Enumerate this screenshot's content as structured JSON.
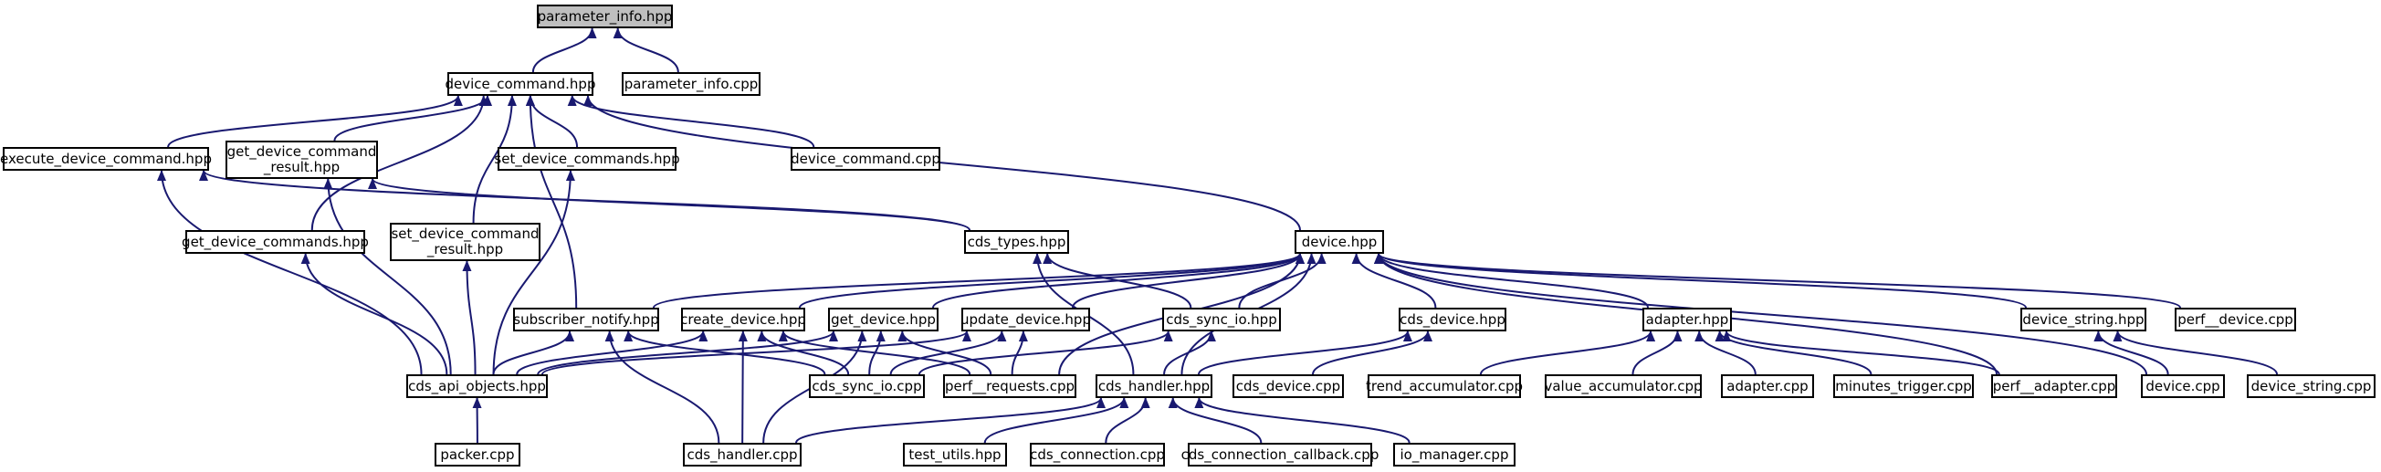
{
  "graph": {
    "title": "parameter_info.hpp",
    "edge_color": "#191970",
    "root_fill": "#bfbfbf",
    "nodes": {
      "parameter_info_hpp": "parameter_info.hpp",
      "device_command_hpp": "device_command.hpp",
      "parameter_info_cpp": "parameter_info.cpp",
      "execute_device_command_hpp": "execute_device_command.hpp",
      "get_device_command_result_hpp": "get_device_command\n_result.hpp",
      "set_device_commands_hpp": "set_device_commands.hpp",
      "device_command_cpp": "device_command.cpp",
      "get_device_commands_hpp": "get_device_commands.hpp",
      "set_device_command_result_hpp": "set_device_command\n_result.hpp",
      "cds_types_hpp": "cds_types.hpp",
      "device_hpp": "device.hpp",
      "subscriber_notify_hpp": "subscriber_notify.hpp",
      "create_device_hpp": "create_device.hpp",
      "get_device_hpp": "get_device.hpp",
      "update_device_hpp": "update_device.hpp",
      "cds_sync_io_hpp": "cds_sync_io.hpp",
      "cds_device_hpp": "cds_device.hpp",
      "adapter_hpp": "adapter.hpp",
      "device_string_hpp": "device_string.hpp",
      "perf_device_cpp": "perf__device.cpp",
      "cds_api_objects_hpp": "cds_api_objects.hpp",
      "cds_sync_io_cpp": "cds_sync_io.cpp",
      "perf_requests_cpp": "perf__requests.cpp",
      "cds_handler_hpp": "cds_handler.hpp",
      "cds_device_cpp": "cds_device.cpp",
      "trend_accumulator_cpp": "trend_accumulator.cpp",
      "value_accumulator_cpp": "value_accumulator.cpp",
      "adapter_cpp": "adapter.cpp",
      "minutes_trigger_cpp": "minutes_trigger.cpp",
      "perf_adapter_cpp": "perf__adapter.cpp",
      "device_cpp": "device.cpp",
      "device_string_cpp": "device_string.cpp",
      "packer_cpp": "packer.cpp",
      "cds_handler_cpp": "cds_handler.cpp",
      "test_utils_hpp": "test_utils.hpp",
      "cds_connection_cpp": "cds_connection.cpp",
      "cds_connection_callback_cpp": "cds_connection_callback.cpp",
      "io_manager_cpp": "io_manager.cpp"
    }
  }
}
